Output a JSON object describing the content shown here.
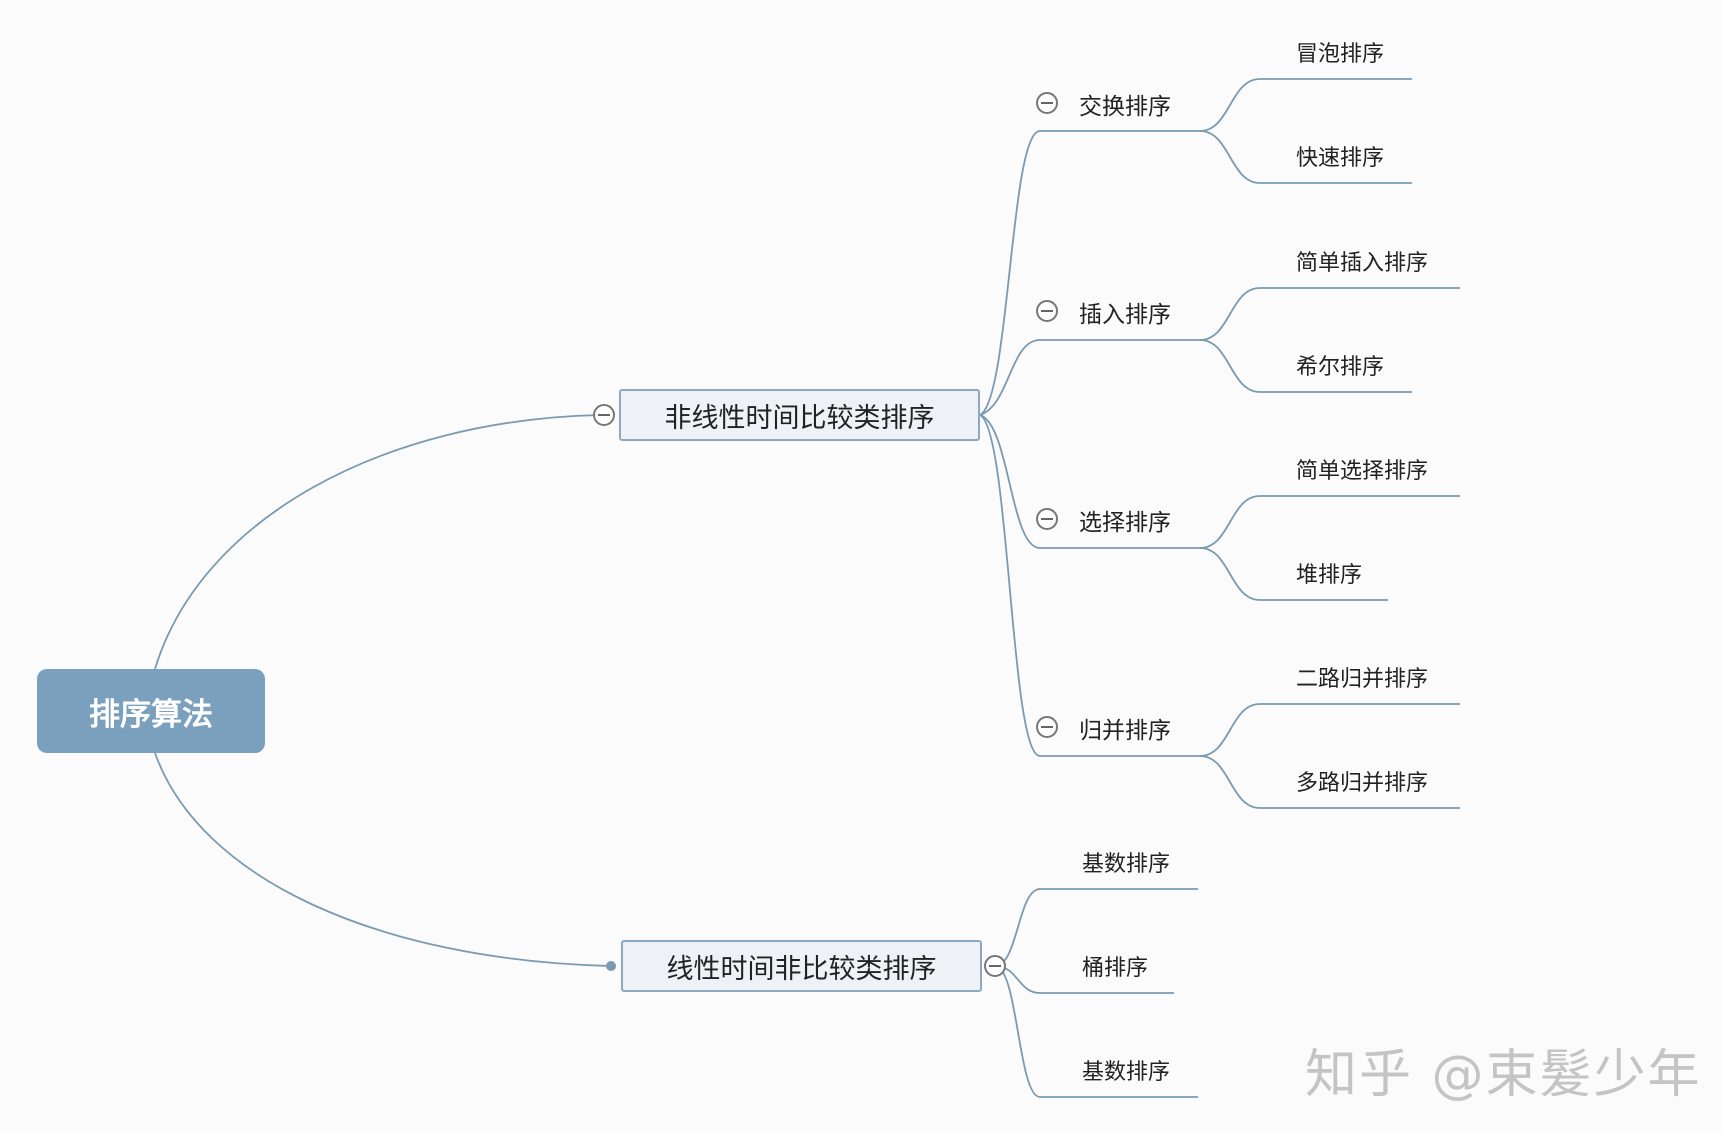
{
  "root": {
    "label": "排序算法"
  },
  "branches": [
    {
      "label": "非线性时间比较类排序",
      "children": [
        {
          "label": "交换排序",
          "children": [
            "冒泡排序",
            "快速排序"
          ]
        },
        {
          "label": "插入排序",
          "children": [
            "简单插入排序",
            "希尔排序"
          ]
        },
        {
          "label": "选择排序",
          "children": [
            "简单选择排序",
            "堆排序"
          ]
        },
        {
          "label": "归并排序",
          "children": [
            "二路归并排序",
            "多路归并排序"
          ]
        }
      ]
    },
    {
      "label": "线性时间非比较类排序",
      "children": [
        "基数排序",
        "桶排序",
        "基数排序"
      ]
    }
  ],
  "watermark": "知乎 @束髮少年",
  "colors": {
    "line": "#7a9ab1",
    "root_fill": "#7aa0bd",
    "box_fill": "#eef2f6",
    "box_border": "#8ea9bf"
  }
}
